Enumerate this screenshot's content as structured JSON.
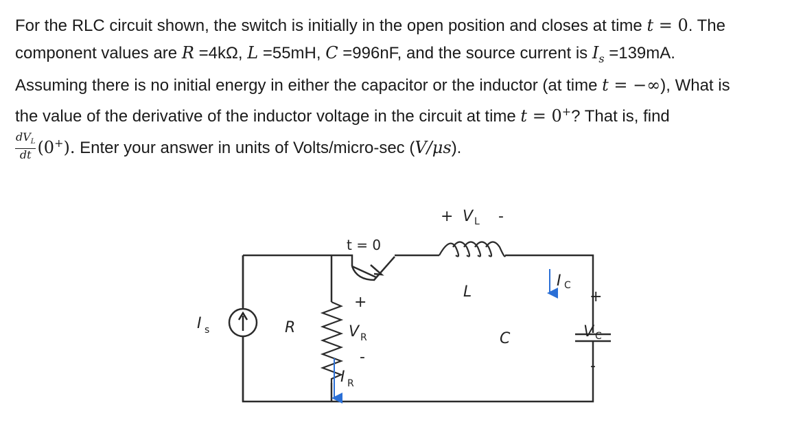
{
  "problem": {
    "l1_a": "For the RLC circuit shown, the switch is initially in the open position and closes at time",
    "l1_t": "t",
    "l1_eq": " = 0",
    "l1_b": ".  The",
    "l2_a": "component values are",
    "l2_R": "R",
    "l2_Rval": "=4kΩ",
    "l2_L": "L",
    "l2_Lval": "=55mH,",
    "l2_C": "C",
    "l2_Cval": "=996nF, and the source current is",
    "l2_I": "I",
    "l2_Isub": "s",
    "l2_Ival": "=139mA.",
    "l3_a": "Assuming there is no initial energy in either the capacitor or the inductor (at time",
    "l3_t": "t",
    "l3_eq": " = −∞",
    "l3_b": "), What is",
    "l4_a": "the value of the derivative of the inductor voltage in the circuit at time",
    "l4_t": "t",
    "l4_eq": " = 0",
    "l4_sup": "+",
    "l4_b": "? That is, find",
    "l5_num": "dV",
    "l5_numsub": "L",
    "l5_den": "dt",
    "l5_arg": "(0",
    "l5_argsup": "+",
    "l5_argclose": ").",
    "l5_b": " Enter your answer in units of Volts/micro-sec (",
    "l5_unit": "V/μs",
    "l5_c": ")."
  },
  "circuit": {
    "switch_label": "t = 0",
    "vl_plus": "+",
    "vl_label": "V",
    "vl_sub": "L",
    "vl_minus": "-",
    "l_label": "L",
    "ic_label": "I",
    "ic_sub": "C",
    "vc_plus": "+",
    "vc_label": "V",
    "vc_sub": "C",
    "vc_minus": "-",
    "c_label": "C",
    "is_label": "I",
    "is_sub": "s",
    "source_arrow": "↑",
    "r_label": "R",
    "vr_plus": "+",
    "vr_label": "V",
    "vr_sub": "R",
    "vr_minus": "-",
    "ir_label": "I",
    "ir_sub": "R",
    "wire_color": "#2b2b2b",
    "arrow_color": "#2a6fd6"
  }
}
